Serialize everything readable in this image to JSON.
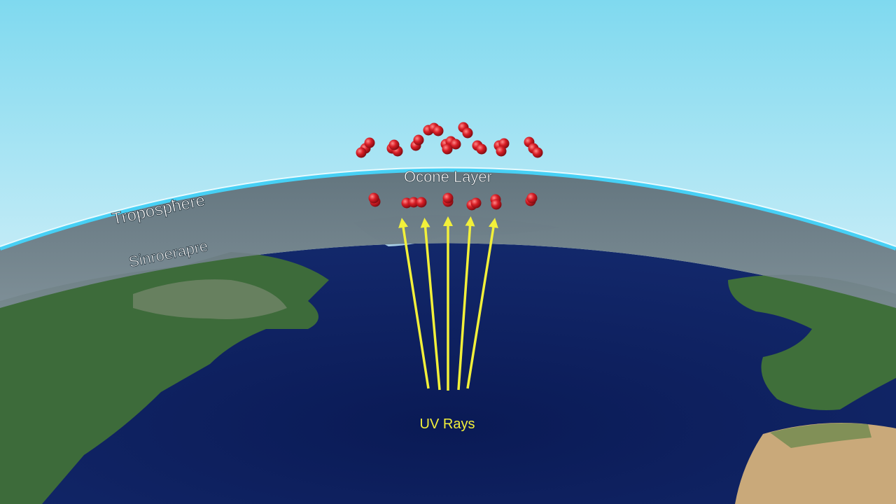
{
  "labels": {
    "ozone_layer": "Ocone Layer",
    "troposphere": "Tropospħere",
    "stratosphere": "Sinroerapre",
    "uv_rays": "UV Rays"
  },
  "colors": {
    "sky_top": "#7fd9ef",
    "sky_bottom": "#e4f5fb",
    "band": "#6b7b84",
    "band_edge": "#47d0f5",
    "ocean": "#0b1d5a",
    "land_green": "#3f6f3a",
    "land_desert": "#c9a97a",
    "ice": "#a9cfe6",
    "molecule": "#c8141c",
    "uv_ray": "#f2f03a",
    "label_white": "#ffffff",
    "label_yellow": "#f2f03a"
  },
  "icons": {
    "molecule": "ozone-molecule-icon",
    "ray": "uv-ray-arrow"
  }
}
